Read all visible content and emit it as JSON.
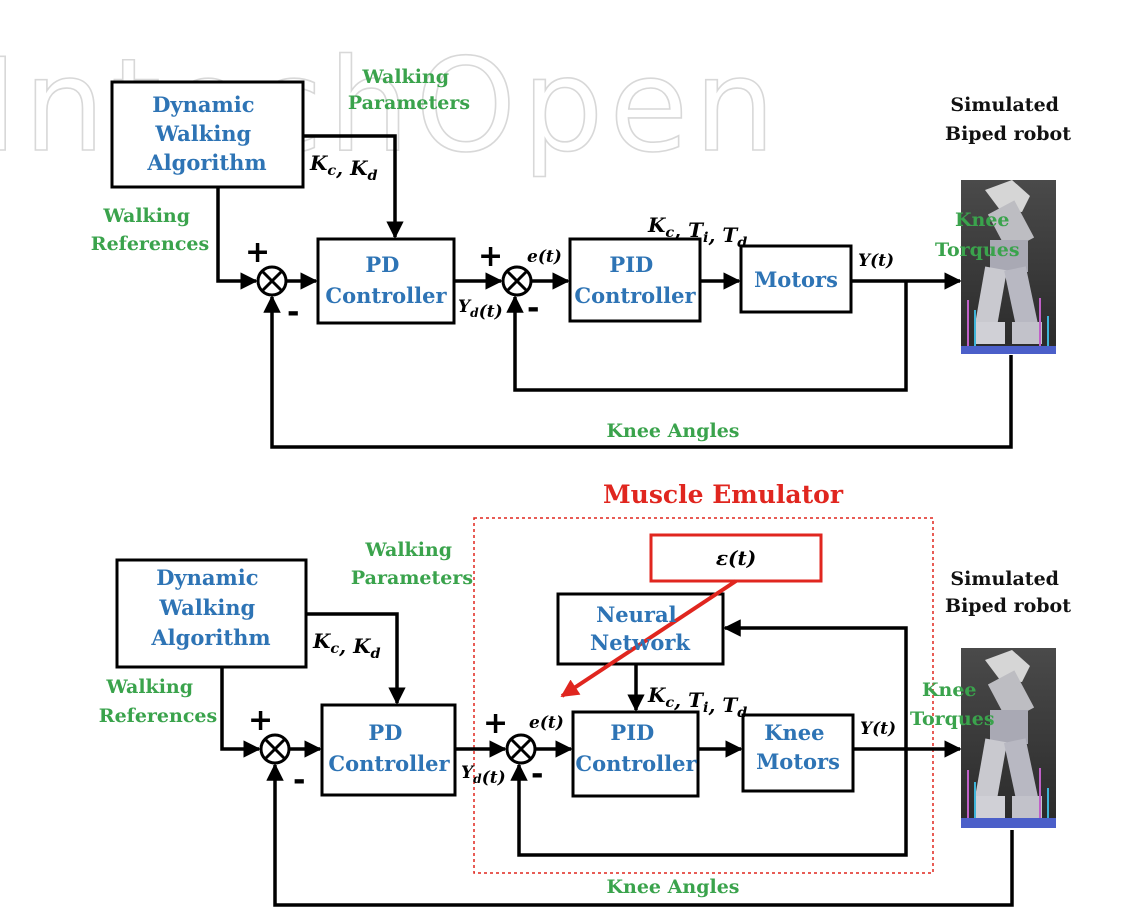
{
  "watermark": "IntechOpen",
  "top": {
    "dwa_label": [
      "Dynamic",
      "Walking",
      "Algorithm"
    ],
    "walking_parameters": [
      "Walking",
      "Parameters"
    ],
    "walking_references": [
      "Walking",
      "References"
    ],
    "kc_kd": "K_c, K_d",
    "pd_label": [
      "PD",
      "Controller"
    ],
    "pid_label": [
      "PID",
      "Controller"
    ],
    "motors_label": [
      "Motors"
    ],
    "kc_ti_td": "K_c, T_i, T_d",
    "error": "e(t)",
    "yd": "Y_d(t)",
    "y": "Y(t)",
    "plus": "+",
    "minus": "-",
    "knee_torques": [
      "Knee",
      "Torques"
    ],
    "robot_caption": [
      "Simulated",
      "Biped robot"
    ],
    "knee_angles": "Knee Angles"
  },
  "bottom": {
    "title": "Muscle Emulator",
    "epsilon": "ε(t)",
    "nn_label": [
      "Neural",
      "Network"
    ],
    "dwa_label": [
      "Dynamic",
      "Walking",
      "Algorithm"
    ],
    "walking_parameters": [
      "Walking",
      "Parameters"
    ],
    "walking_references": [
      "Walking",
      "References"
    ],
    "kc_kd": "K_c, K_d",
    "pd_label": [
      "PD",
      "Controller"
    ],
    "pid_label": [
      "PID",
      "Controller"
    ],
    "motors_label": [
      "Knee",
      "Motors"
    ],
    "kc_ti_td": "K_c, T_i, T_d",
    "error": "e(t)",
    "yd": "Y_d(t)",
    "y": "Y(t)",
    "plus": "+",
    "minus": "-",
    "knee_torques": [
      "Knee",
      "Torques"
    ],
    "robot_caption": [
      "Simulated",
      "Biped robot"
    ],
    "knee_angles": "Knee Angles"
  },
  "colors": {
    "block_text": "#2e74b5",
    "signal_text": "#3aa34c",
    "emulator": "#e0261f",
    "line": "#000000"
  }
}
